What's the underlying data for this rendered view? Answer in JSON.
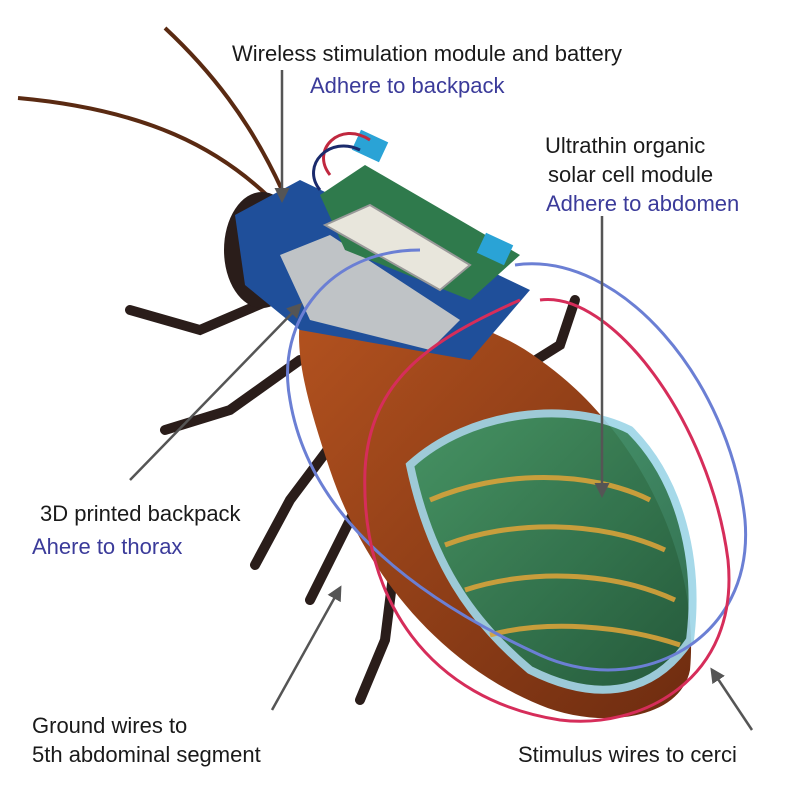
{
  "colors": {
    "text": "#1a1a1a",
    "accent_text": "#3b3b9a",
    "ground_wire_loop": "#6b7fd4",
    "stimulus_wire_loop": "#d62d5a",
    "pcb_blue": "#1f4f9a",
    "pcb_green": "#2f7a4c",
    "solar_cell": "#2e7d55",
    "body_brown": "#8a3d18",
    "leg_dark": "#2a1d1a",
    "arrow_gray": "#555555"
  },
  "labels": {
    "module_title": "Wireless stimulation module and battery",
    "module_adhere": "Adhere to backpack",
    "solar_title_line1": "Ultrathin organic",
    "solar_title_line2": "solar cell module",
    "solar_adhere": "Adhere to abdomen",
    "backpack_title": "3D printed backpack",
    "backpack_adhere": "Ahere to thorax",
    "ground_line1": "Ground wires to",
    "ground_line2": "5th abdominal segment",
    "stimulus": "Stimulus wires to cerci"
  },
  "icons": [
    "arrow-icon"
  ]
}
